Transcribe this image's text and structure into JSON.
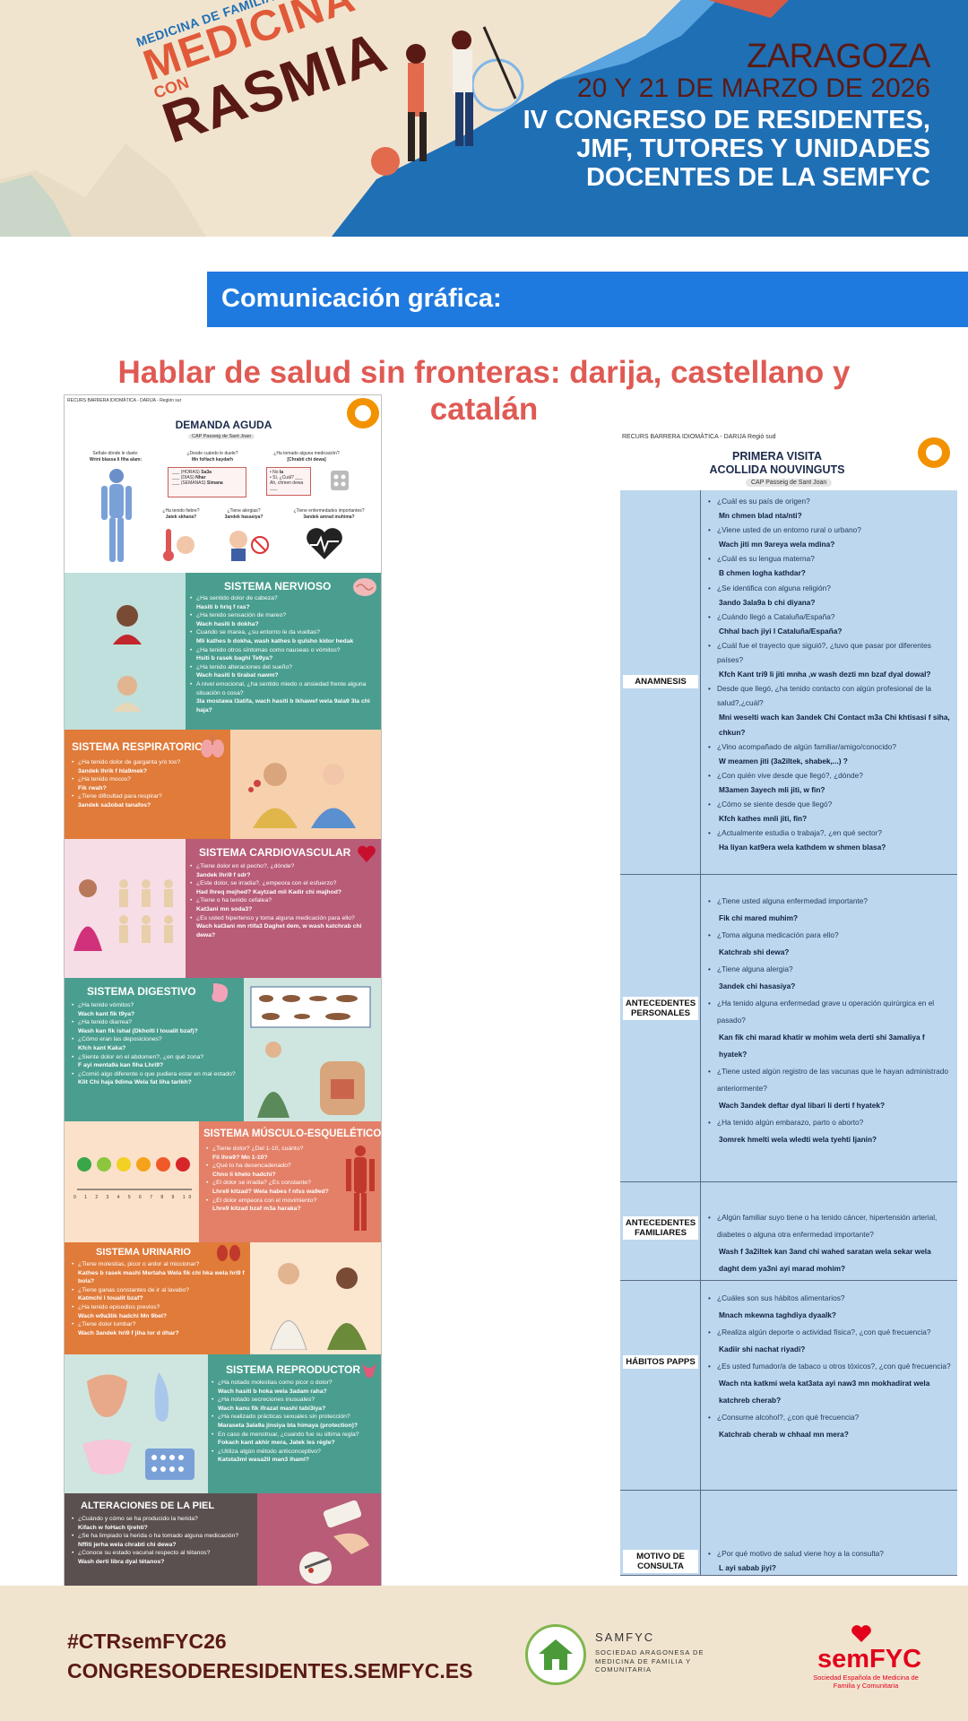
{
  "header": {
    "city": "ZARAGOZA",
    "dates": "20 Y 21 DE MARZO DE 2026",
    "congress_title": "IV CONGRESO DE RESIDENTES, JMF, TUTORES Y UNIDADES DOCENTES DE LA SEMFYC",
    "logo_line1": "MEDICINA DE FAMILIA Y COMUNITARIA,",
    "logo_line2": "MEDICINA",
    "logo_line3": "CON",
    "logo_line4": "RASMIA"
  },
  "banner": {
    "label": "Comunicación gráfica:"
  },
  "poster_title": "Hablar de salud sin fronteras: darija, castellano y catalán",
  "left_poster": {
    "header_small": "RECURS BARRERA IDIOMÀTICA - DARIJA - Región sur",
    "title": "DEMANDA AGUDA",
    "location": "CAP Passeig de Sant Joan",
    "acute_q1": "Señale dónde le duele:",
    "acute_a1": "Wrini blassa li fiha alam:",
    "acute_q2": "¿Desde cuándo le duele?",
    "acute_a2": "Mn foHach kaydarh",
    "acute_q3": "¿Ha tomado alguna medicación?",
    "acute_a3": "[Chrabti chi dewa]",
    "acute_q4": "¿Ha tenido fiebre?",
    "acute_a4": "Jatek skhana?",
    "acute_q5": "¿Tiene alergias?",
    "acute_a5": "3andek hasasiya?",
    "acute_q6": "¿Tiene enfermedades importantes?",
    "acute_a6": "3andek amrad muhima?",
    "nervioso": {
      "title": "SISTEMA NERVIOSO",
      "items": [
        {
          "q": "¿Ha sentido dolor de cabeza?",
          "a": "Hasiti b hriq f ras?"
        },
        {
          "q": "¿Ha tenido sensación de mareo?",
          "a": "Wach hasiti b dokha?"
        },
        {
          "q": "Cuando se marea, ¿su entorno le da vueltas?",
          "a": "Mli kathes b dokha, wash kathes b qulsho kidor hedak"
        },
        {
          "q": "¿Ha tenido otros síntomas como nauseas o vómitos?",
          "a": "Hsiti b rasek baghi Te9ya?"
        },
        {
          "q": "¿Ha tenido alteraciones del sueño?",
          "a": "Wach hasiti b tirabat nawm?"
        },
        {
          "q": "A nivel emocional, ¿ha sentido miedo o ansiedad frente alguna situación o cosa?",
          "a": "3la mostawa l3atifa, wach hasiti b lkhawef wela 9ala9 3la chi haja?"
        }
      ]
    },
    "respiratorio": {
      "title": "SISTEMA RESPIRATORIO",
      "items": [
        {
          "q": "¿Ha tenido dolor de garganta y/o tos?",
          "a": "3andek lhrik f hla9mek?"
        },
        {
          "q": "¿Ha tenido mocos?",
          "a": "Fik rwah?"
        },
        {
          "q": "¿Tiene dificultad para respirar?",
          "a": "3andek sa3obat tanafos?"
        }
      ]
    },
    "cardio": {
      "title": "SISTEMA CARDIOVASCULAR",
      "items": [
        {
          "q": "¿Tiene dolor en el pecho?, ¿dónde?",
          "a": "3andek lhri9 f sdr?"
        },
        {
          "q": "¿Este dolor, se irradia?, ¿empeora con el esfuerzo?",
          "a": "Had lhreq mejhed? Kaytzad mli Kadir chi majhod?"
        },
        {
          "q": "¿Tiene o ha tenido cefalea?",
          "a": "Kat3ani mn soda3?"
        },
        {
          "q": "¿Es usted hipertenso y toma alguna medicación para ello?",
          "a": "Wach kat3ani mn rtifa3 Daghet dem, w wash katchrab chi dewa?"
        }
      ]
    },
    "digestivo": {
      "title": "SISTEMA DIGESTIVO",
      "items": [
        {
          "q": "¿Ha tenido vómitos?",
          "a": "Wach kant fik t9ya?"
        },
        {
          "q": "¿Ha tenido diarrea?",
          "a": "Wash kan fik ishal (Dkholti l toualit bzaf)?"
        },
        {
          "q": "¿Cómo eran las deposiciones?",
          "a": "Kfch kant Kaka?"
        },
        {
          "q": "¿Siente dolor en el abdomen?, ¿en qué zona?",
          "a": "F ayi menta9a kan fiha Lhri9?"
        },
        {
          "q": "¿Comió algo diferente o que pudiera estar en mal estado?",
          "a": "Klit Chi haja 9dima Wela fat liha tarikh?"
        }
      ]
    },
    "musculo": {
      "title": "SISTEMA MÚSCULO-ESQUELÉTICO",
      "scale": "0 1 2 3 4 5 6 7 8 9 10",
      "items": [
        {
          "q": "¿Tiene dolor? ¿Del 1-10, cuánto?",
          "a": "Fil lhre9? Mn 1-10?"
        },
        {
          "q": "¿Qué lo ha desencadenado?",
          "a": "Chno li khelo hadchi?"
        },
        {
          "q": "¿El dolor se irradia? ¿Es constante?",
          "a": "Lhre9 kitzad? Wela habes f nfss wa9ed?"
        },
        {
          "q": "¿El dolor empeora con el movimiento?",
          "a": "Lhre9 kitzad bzaf m3a haraka?"
        }
      ]
    },
    "urinario": {
      "title": "SISTEMA URINARIO",
      "items": [
        {
          "q": "¿Tiene molestias, picor o ardor al miccionar?",
          "a": "Kathes b rasek mashi Mertaha Wela fik chi hka wela hri9 f bola?"
        },
        {
          "q": "¿Tiene ganas constantes de ir al lavabo?",
          "a": "Katmchi l toualit bzaf?"
        },
        {
          "q": "¿Ha tenido episodios previos?",
          "a": "Wach w9a3lik hadchi Mn 9bel?"
        },
        {
          "q": "¿Tiene dolor lumbar?",
          "a": "Wach 3andek hri9 f jiha lor d dhar?"
        }
      ]
    },
    "reproductor": {
      "title": "SISTEMA REPRODUCTOR",
      "items": [
        {
          "q": "¿Ha notado molestias como picor o dolor?",
          "a": "Wach hasiti b hoka wela 3adam raha?"
        },
        {
          "q": "¿Ha notado secreciones inusuales?",
          "a": "Wach kanu fik ifrazat mashi tabi3iya?"
        },
        {
          "q": "¿Ha realizado prácticas sexuales sin protección?",
          "a": "Maraseta 3ala9a jinsiya bla himaya (protection)?"
        },
        {
          "q": "En caso de menstruar, ¿cuando fue su última regla?",
          "a": "Fokach kant akhir mera, Jatek les règle?"
        },
        {
          "q": "¿Utiliza algún método anticonceptivo?",
          "a": "Katsta3ml wasa2il man3 lhaml?"
        }
      ]
    },
    "piel": {
      "title": "ALTERACIONES DE LA PIEL",
      "items": [
        {
          "q": "¿Cuándo y cómo se ha producido la herida?",
          "a": "Kifach w foHach tjrehti?"
        },
        {
          "q": "¿Se ha limpiado la herida o ha tomado alguna medicación?",
          "a": "Nffiti jerha wela chrabti chi dewa?"
        },
        {
          "q": "¿Conoce su estado vacunal respecto al tétanos?",
          "a": "Wash derti libra dyal tétanos?"
        }
      ]
    }
  },
  "right_poster": {
    "header_small": "RECURS BARRERA IDIOMÀTICA - DARIJA Regió sud",
    "title_line1": "PRIMERA VISITA",
    "title_line2": "ACOLLIDA NOUVINGUTS",
    "location": "CAP Passeig de Sant Joan",
    "sections": [
      {
        "label": "ANAMNESIS",
        "items": [
          {
            "q": "¿Cuál es su país de origen?",
            "a": "Mn chmen blad nta/nti?"
          },
          {
            "q": "¿Viene usted de un entorno rural o urbano?",
            "a": "Wach jiti mn 9areya wela mdina?"
          },
          {
            "q": "¿Cuál es su lengua materna?",
            "a": "B chmen logha kathdar?"
          },
          {
            "q": "¿Se identifica con alguna religión?",
            "a": "3ando 3ala9a b chi diyana?"
          },
          {
            "q": "¿Cuándo llegó a Cataluña/España?",
            "a": "Chhal bach jiyi l Cataluña/España?"
          },
          {
            "q": "¿Cuál fue el trayecto que siguió?, ¿tuvo que pasar por diferentes países?",
            "a": "Kfch Kant tri9 li jiti mnha ,w wash dezti mn bzaf dyal dowal?"
          },
          {
            "q": "Desde que llegó, ¿ha tenido contacto con algún profesional de la salud?,¿cuál?",
            "a": "Mni weselti wach kan 3andek Chi Contact m3a Chi khtisasi f siha, chkun?"
          },
          {
            "q": "¿Vino acompañado de algún familiar/amigo/conocido?",
            "a": "W meamen jiti (3a2iltek, shabek,...) ?"
          },
          {
            "q": "¿Con quién vive desde que llegó?, ¿dónde?",
            "a": "M3amen 3ayech mli jiti, w fin?"
          },
          {
            "q": "¿Cómo se siente desde que llegó?",
            "a": "Kfch kathes mnli jiti, fin?"
          },
          {
            "q": "¿Actualmente estudia o trabaja?, ¿en qué sector?",
            "a": "Ha liyan kat9era wela kathdem w shmen blasa?"
          }
        ]
      },
      {
        "label": "ANTECEDENTES PERSONALES",
        "items": [
          {
            "q": "¿Tiene usted alguna enfermedad importante?",
            "a": "Fik chi mared muhim?"
          },
          {
            "q": "¿Toma alguna medicación para ello?",
            "a": "Katchrab shi dewa?"
          },
          {
            "q": "¿Tiene alguna alergia?",
            "a": "3andek chi hasasiya?"
          },
          {
            "q": "¿Ha tenido alguna enfermedad grave u operación quirúrgica en el pasado?",
            "a": "Kan fik chi marad khatir w mohim wela derti shi 3amaliya f hyatek?"
          },
          {
            "q": "¿Tiene usted algún registro de las vacunas que le hayan administrado anteriormente?",
            "a": "Wach 3andek deftar dyal libari li derti f hyatek?"
          },
          {
            "q": "¿Ha tenido algún embarazo, parto o aborto?",
            "a": "3omrek hmelti wela wledti wela tyehti ljanin?"
          }
        ]
      },
      {
        "label": "ANTECEDENTES FAMILIARES",
        "items": [
          {
            "q": "¿Algún familiar suyo tiene o ha tenido cáncer, hipertensión arterial, diabetes o alguna otra enfermedad importante?",
            "a": "Wash f 3a2iltek kan 3and chi wahed saratan wela sekar wela daght dem ya3ni ayi marad mohim?"
          }
        ]
      },
      {
        "label": "HÁBITOS PAPPS",
        "items": [
          {
            "q": "¿Cuáles son sus hábitos alimentarios?",
            "a": "Mnach mkewna taghdiya dyaalk?"
          },
          {
            "q": "¿Realiza algún deporte o actividad física?, ¿con qué frecuencia?",
            "a": "Kadiir shi nachat riyadi?"
          },
          {
            "q": "¿Es usted fumador/a de tabaco u otros tóxicos?, ¿con qué frecuencia?",
            "a": "Wach nta katkmi wela kat3ata ayi naw3 mn mokhadirat wela katchreb cherab?"
          },
          {
            "q": "¿Consume alcohol?, ¿con qué frecuencia?",
            "a": "Katchrab cherab w chhaal mn mera?"
          }
        ]
      },
      {
        "label": "MOTIVO DE CONSULTA",
        "items": [
          {
            "q": "¿Por qué motivo de salud viene hoy a la consulta?",
            "a": "L ayi sabab jiyi?"
          }
        ]
      }
    ]
  },
  "footer": {
    "hashtag": "#CTRsemFYC26",
    "website": "CONGRESODERESIDENTES.SEMFYC.ES",
    "samfyc_name": "SAMFYC",
    "samfyc_sub": "SOCIEDAD ARAGONESA DE MEDICINA DE FAMILIA Y COMUNITARIA",
    "semfyc_logo": "semFYC",
    "semfyc_sub": "Sociedad Española de Medicina de Familia y Comunitaria"
  },
  "colors": {
    "banner_blue": "#1f7ae0",
    "title_red": "#e05a54",
    "beige": "#f1e4cf",
    "teal": "#4a9e8f",
    "orange": "#e07b3a",
    "rose": "#b85c78",
    "salmon": "#e48068",
    "dark_grey": "#5b5050",
    "light_blue_table": "#bcd7ee"
  }
}
